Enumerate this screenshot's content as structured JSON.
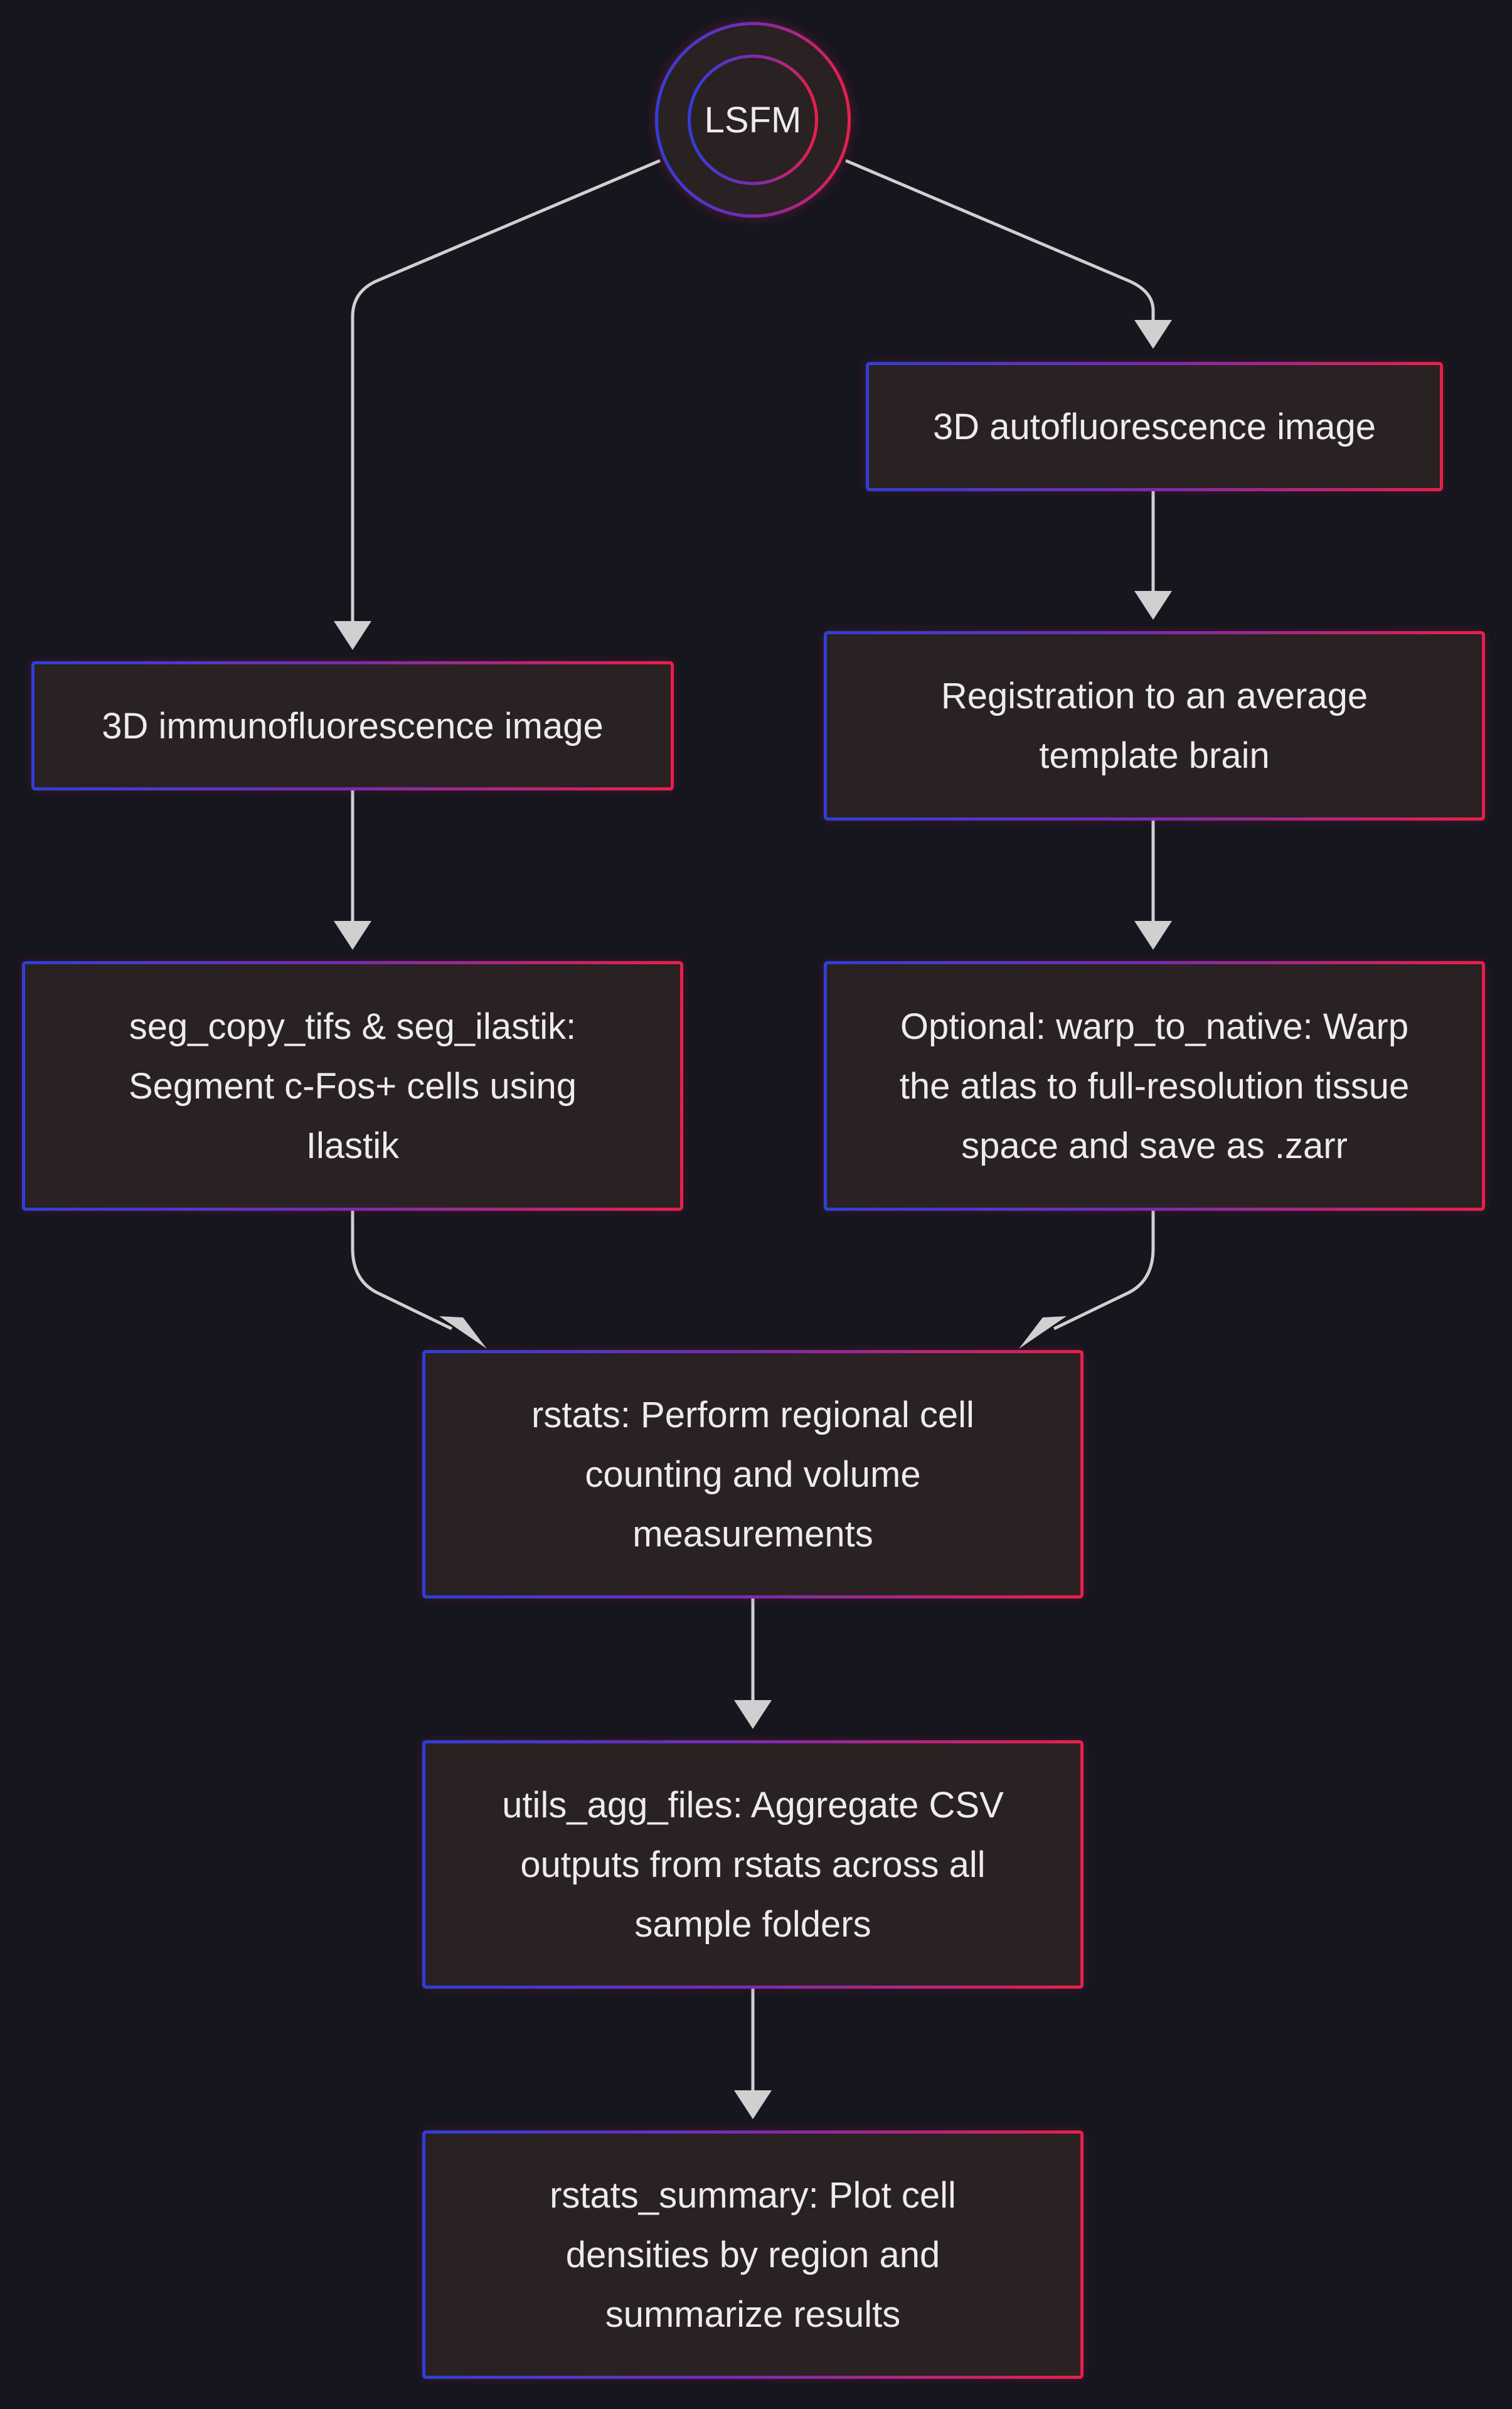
{
  "diagram": {
    "start": {
      "label": "LSFM"
    },
    "nodes": {
      "autofluorescence": "3D autofluorescence image",
      "immunofluorescence": "3D immunofluorescence image",
      "registration": "Registration to an average\ntemplate brain",
      "segmentation": "seg_copy_tifs & seg_ilastik:\nSegment c-Fos+ cells using\nIlastik",
      "warp": "Optional: warp_to_native: Warp\nthe atlas to full-resolution tissue\nspace and save as .zarr",
      "rstats": "rstats: Perform regional cell\ncounting and volume\nmeasurements",
      "agg": "utils_agg_files: Aggregate CSV\noutputs from rstats across all\nsample folders",
      "summary": "rstats_summary: Plot cell\ndensities by region and\nsummarize results"
    },
    "colors": {
      "background": "#16161f",
      "node_fill": "#2a2122",
      "border_start": "#2f3fd8",
      "border_end": "#e8204a",
      "edge": "#d0d0d0",
      "text": "#ececec"
    }
  }
}
